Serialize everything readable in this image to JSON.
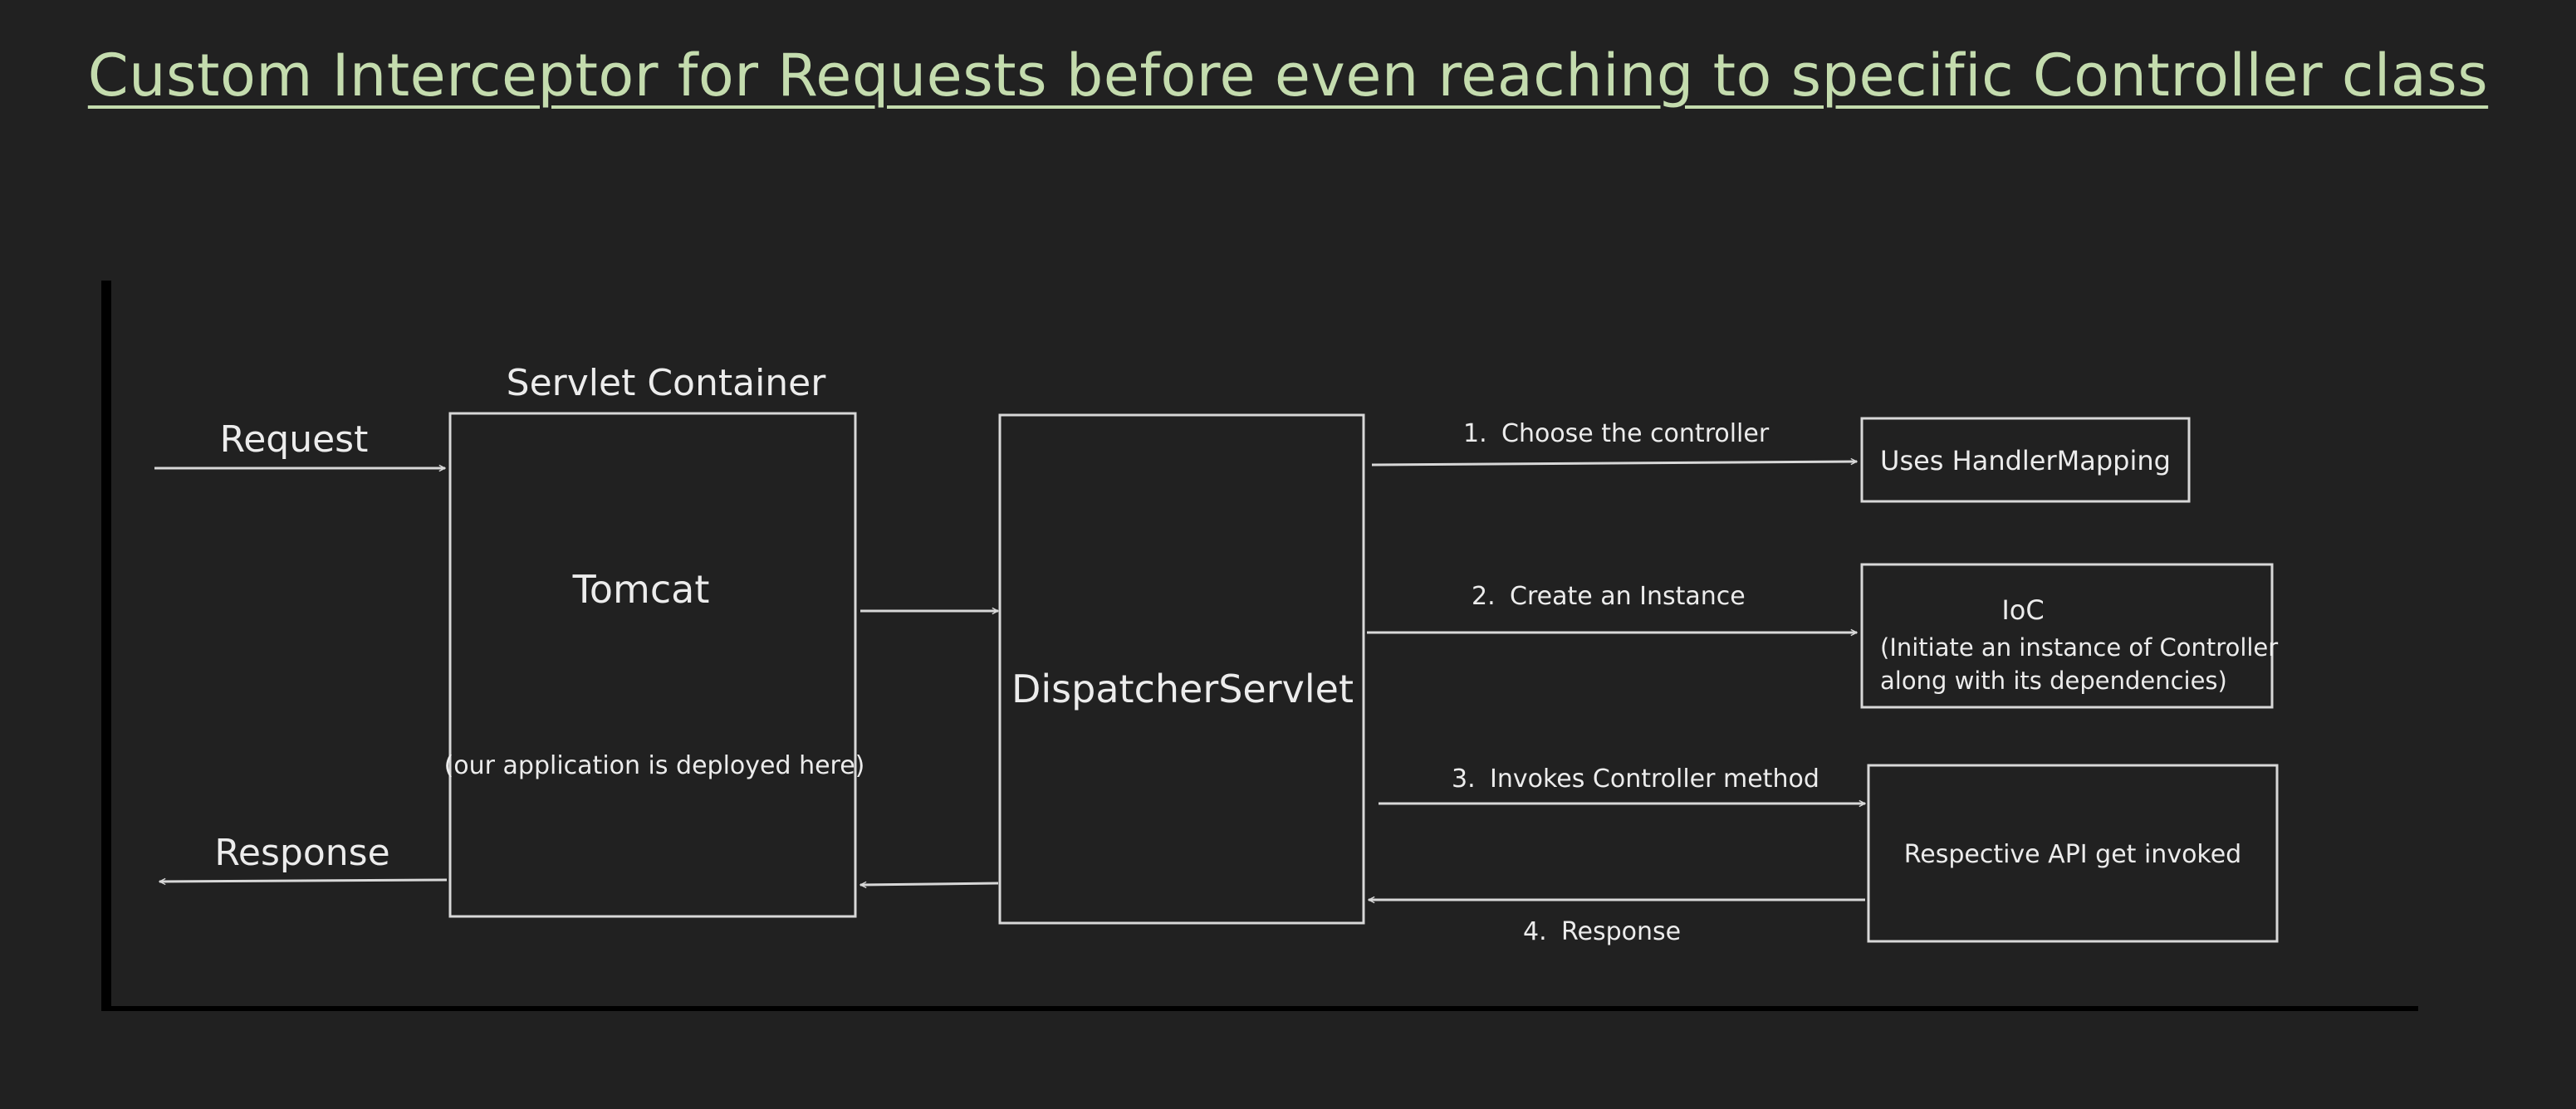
{
  "title": "Custom Interceptor for Requests before even reaching to specific Controller class",
  "colors": {
    "background": "#212121",
    "title": "#c4dcae",
    "lines": "#d8d8d8",
    "text": "#ececec"
  },
  "diagram": {
    "request_label": "Request",
    "response_label": "Response",
    "servlet_container_label": "Servlet Container",
    "tomcat": {
      "title": "Tomcat",
      "subtitle": "(our application is deployed here)"
    },
    "dispatcher_label": "DispatcherServlet",
    "steps": [
      {
        "number": "1.",
        "text": "Choose the controller"
      },
      {
        "number": "2.",
        "text": "Create an Instance"
      },
      {
        "number": "3.",
        "text": "Invokes Controller method"
      },
      {
        "number": "4.",
        "text": "Response"
      }
    ],
    "handler_mapping_label": "Uses HandlerMapping",
    "ioc": {
      "title": "IoC",
      "line1": "(Initiate an instance of Controller",
      "line2": "along with its dependencies)"
    },
    "api_label": "Respective API get invoked"
  }
}
